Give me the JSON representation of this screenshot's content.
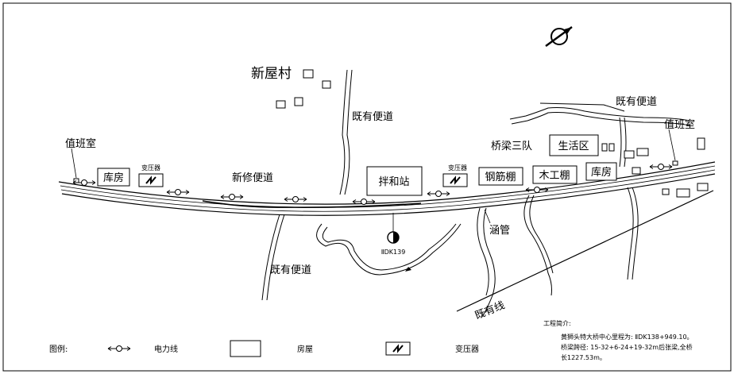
{
  "labels": {
    "xinwucun": "新屋村",
    "existing_road_north": "既有便道",
    "existing_road_ne": "既有便道",
    "existing_road_south": "既有便道",
    "new_road": "新修便道",
    "duty_room_left": "值班室",
    "duty_room_right": "值班室",
    "bridge_team": "桥梁三队",
    "culvert": "涵管",
    "existing_line": "既有线",
    "pier_mark": "ⅡDK139"
  },
  "boxes": {
    "warehouse_left": "库房",
    "mixing_station": "拌和站",
    "rebar_shed": "钢筋棚",
    "wood_shed": "木工棚",
    "warehouse_right": "库房",
    "living_area": "生活区"
  },
  "transformer_labels": {
    "left": "变压器",
    "middle": "变压器"
  },
  "legend": {
    "title": "图例:",
    "power_line": "电力线",
    "house": "房屋",
    "transformer": "变压器"
  },
  "project": {
    "title": "工程简介:",
    "line1": "黄狮头特大桥中心里程为: ⅡDK138+949.10。",
    "line2": "桥梁跨径: 15-32+6-24+19-32m后张梁,全桥",
    "line3": "长1227.53m。"
  },
  "icons": {
    "north_arrow": "north-arrow-icon",
    "transformer": "transformer-icon",
    "pier": "pier-symbol-icon"
  }
}
